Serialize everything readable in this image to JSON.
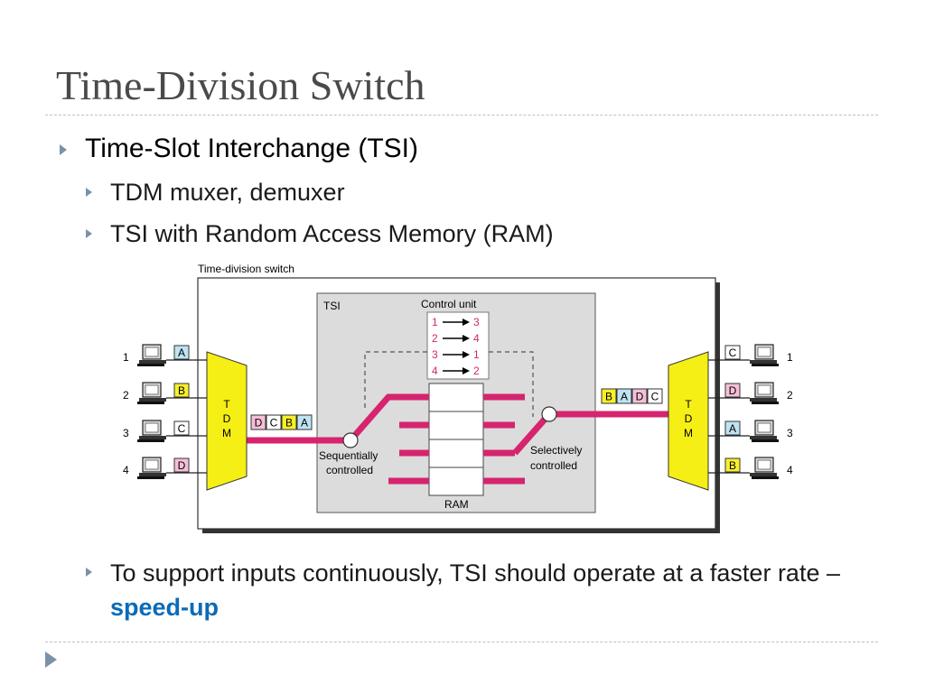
{
  "slide": {
    "title": "Time-Division Switch",
    "bullets": [
      "Time-Slot Interchange (TSI)",
      "TDM muxer, demuxer",
      "TSI with Random Access Memory (RAM)"
    ],
    "last_bullet_text": "To support inputs continuously, TSI should operate at a faster rate – ",
    "last_bullet_highlight": "speed-up"
  },
  "diagram": {
    "caption": "Time-division switch",
    "tsi_label": "TSI",
    "control_unit": {
      "title": "Control unit",
      "mappings": [
        {
          "from": "1",
          "to": "3"
        },
        {
          "from": "2",
          "to": "4"
        },
        {
          "from": "3",
          "to": "1"
        },
        {
          "from": "4",
          "to": "2"
        }
      ]
    },
    "ram_label": "RAM",
    "seq_label_1": "Sequentially",
    "seq_label_2": "controlled",
    "sel_label_1": "Selectively",
    "sel_label_2": "controlled",
    "tdm_letters": [
      "T",
      "D",
      "M"
    ],
    "inputs": [
      {
        "num": "1",
        "slot": "A",
        "color": "#bfe3f3"
      },
      {
        "num": "2",
        "slot": "B",
        "color": "#f7ef2b"
      },
      {
        "num": "3",
        "slot": "C",
        "color": "#ffffff"
      },
      {
        "num": "4",
        "slot": "D",
        "color": "#f6bfd7"
      }
    ],
    "outputs": [
      {
        "num": "1",
        "slot": "C",
        "color": "#ffffff"
      },
      {
        "num": "2",
        "slot": "D",
        "color": "#f6bfd7"
      },
      {
        "num": "3",
        "slot": "A",
        "color": "#bfe3f3"
      },
      {
        "num": "4",
        "slot": "B",
        "color": "#f7ef2b"
      }
    ],
    "frame_in": [
      "D",
      "C",
      "B",
      "A"
    ],
    "frame_out": [
      "B",
      "A",
      "D",
      "C"
    ],
    "colors": {
      "pink": "#d6246e",
      "yellow": "#f5ef16",
      "tsi_bg": "#dcdcdc",
      "bullet_arrow": "#7a92a8",
      "highlight": "#0b6bb7"
    }
  }
}
